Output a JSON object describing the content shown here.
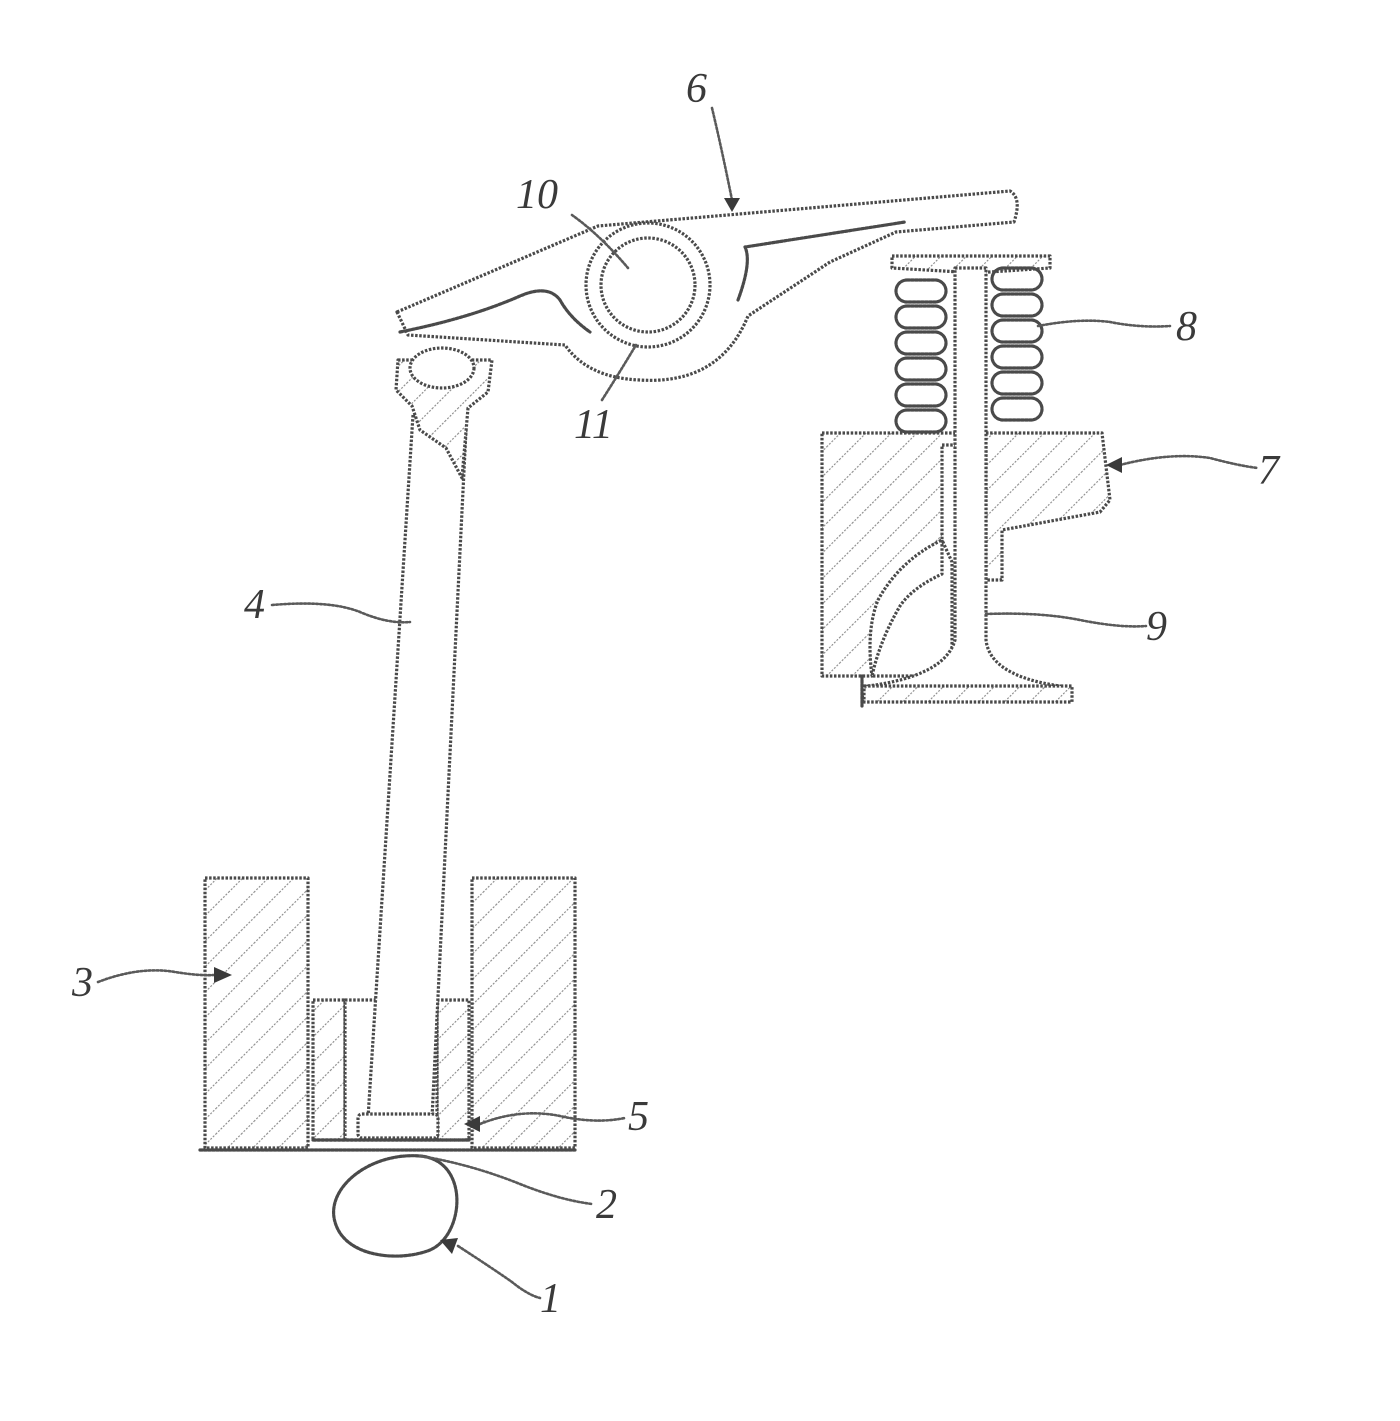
{
  "labels": {
    "cam": "1",
    "contact": "2",
    "block": "3",
    "push_rod": "4",
    "tappet": "5",
    "rocker_arm": "6",
    "cylinder_head": "7",
    "valve_spring": "8",
    "valve": "9",
    "rocker_shaft": "10",
    "bushing": "11"
  }
}
